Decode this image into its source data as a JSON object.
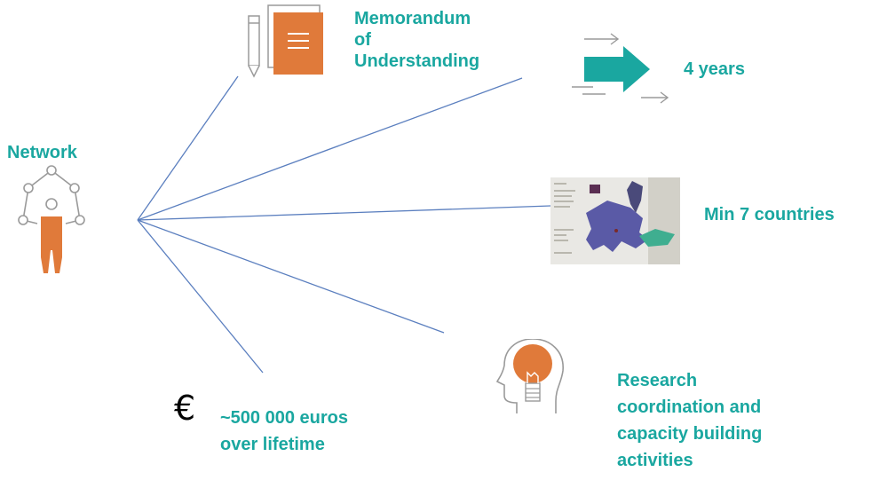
{
  "colors": {
    "accent_text": "#1aa7a0",
    "line": "#5b7fbf",
    "orange": "#e07a3a",
    "grey_icon": "#9a9a9a"
  },
  "center": {
    "label": "Network",
    "icon": "network-person-icon"
  },
  "branches": [
    {
      "id": "mou",
      "text": "Memorandum\nof\nUnderstanding",
      "icon": "document-pencil-icon"
    },
    {
      "id": "years",
      "text": "4 years",
      "icon": "arrows-forward-icon"
    },
    {
      "id": "countries",
      "text": "Min 7 countries",
      "icon": "europe-map-icon"
    },
    {
      "id": "research",
      "text": "Research\ncoordination and\ncapacity building\nactivities",
      "icon": "lightbulb-head-icon"
    },
    {
      "id": "budget",
      "text": "~500 000 euros\nover lifetime",
      "icon": "euro-icon",
      "symbol": "€"
    }
  ]
}
